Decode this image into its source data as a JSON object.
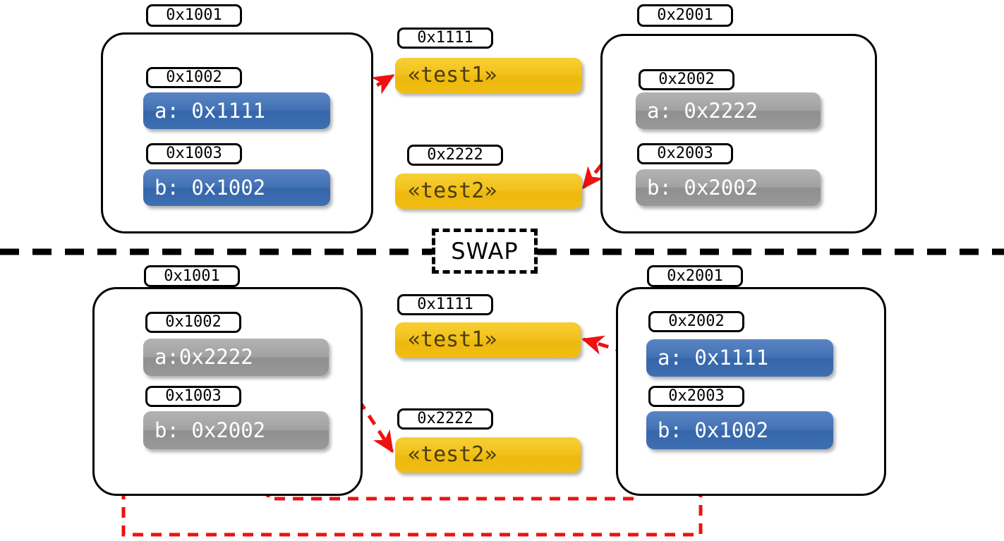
{
  "diagram": {
    "title": "SWAP",
    "colors": {
      "pointer_red": "#ee1111",
      "cell_blue": "#4272b4",
      "cell_gray": "#999999",
      "cell_yellow": "#f0bd14",
      "outline_black": "#000000",
      "page_background": "#ffffff"
    },
    "divider": {
      "label": "SWAP",
      "style": "dashed"
    }
  },
  "before": {
    "left_frame": {
      "address_tag": "0x1001",
      "slots": [
        {
          "address_tag": "0x1002",
          "value": "a: 0x1111",
          "color": "blue"
        },
        {
          "address_tag": "0x1003",
          "value": "b: 0x1002",
          "color": "blue"
        }
      ]
    },
    "middle": {
      "objects": [
        {
          "address_tag": "0x1111",
          "value": "«test1»",
          "color": "yellow"
        },
        {
          "address_tag": "0x2222",
          "value": "«test2»",
          "color": "yellow"
        }
      ]
    },
    "right_frame": {
      "address_tag": "0x2001",
      "slots": [
        {
          "address_tag": "0x2002",
          "value": "a: 0x2222",
          "color": "gray"
        },
        {
          "address_tag": "0x2003",
          "value": "b: 0x2002",
          "color": "gray"
        }
      ]
    }
  },
  "after": {
    "left_frame": {
      "address_tag": "0x1001",
      "slots": [
        {
          "address_tag": "0x1002",
          "value": "a:0x2222",
          "color": "gray"
        },
        {
          "address_tag": "0x1003",
          "value": "b: 0x2002",
          "color": "gray"
        }
      ]
    },
    "middle": {
      "objects": [
        {
          "address_tag": "0x1111",
          "value": "«test1»",
          "color": "yellow"
        },
        {
          "address_tag": "0x2222",
          "value": "«test2»",
          "color": "yellow"
        }
      ]
    },
    "right_frame": {
      "address_tag": "0x2001",
      "slots": [
        {
          "address_tag": "0x2002",
          "value": "a: 0x1111",
          "color": "blue"
        },
        {
          "address_tag": "0x2003",
          "value": "b: 0x1002",
          "color": "blue"
        }
      ]
    }
  }
}
